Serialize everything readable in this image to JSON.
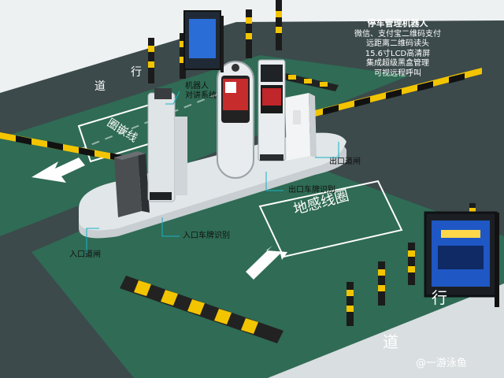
{
  "road_text": {
    "loop_detector": "地感线圈",
    "lane_char_1": "行",
    "lane_char_2": "道",
    "lane_char_3": "行",
    "lane_char_4": "道",
    "road_small_text": "圈嵌线"
  },
  "callouts": {
    "robot_intercom": [
      "机器人",
      "对讲系统"
    ],
    "exit_gate": "出口道闸",
    "exit_plate_recognition": "出口车牌识别",
    "entry_plate_recognition": "入口车牌识别",
    "entry_gate": "入口道闸"
  },
  "spec_block": {
    "title": "停车管理机器人",
    "lines": [
      "微信、支付宝二维码支付",
      "远距离二维码读头",
      "15.6寸LCD高清屏",
      "集成超级黑盒管理",
      "可视远程呼叫"
    ]
  },
  "watermark": "@一游泳鱼",
  "colors": {
    "road": "#3c4a4b",
    "lane_green": "#2f6b55",
    "island": "#dfe4e6",
    "barrier_yellow": "#f3c400",
    "callout_line": "#18b3c8"
  }
}
